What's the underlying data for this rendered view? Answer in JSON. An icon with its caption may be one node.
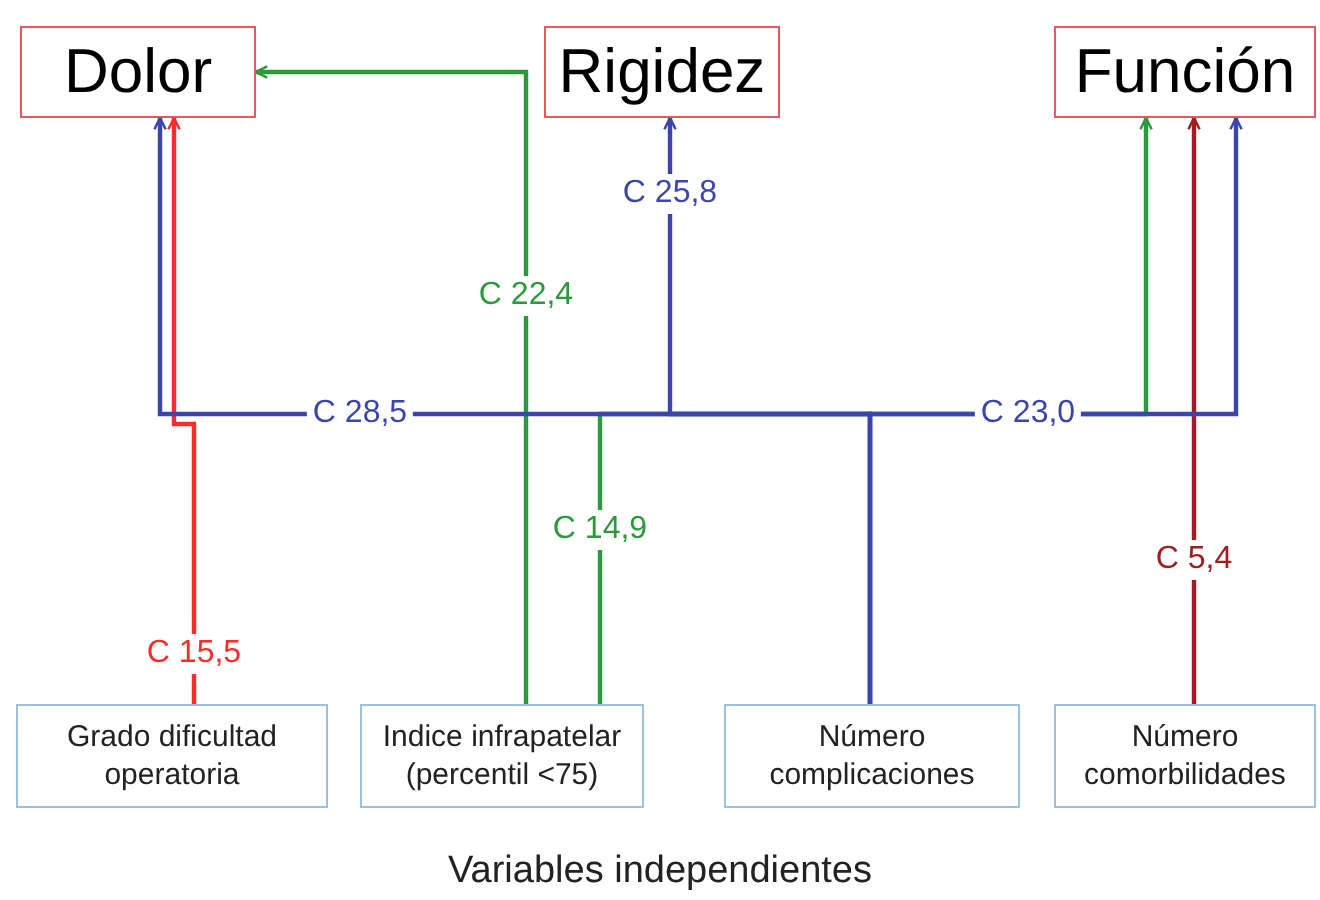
{
  "diagram": {
    "caption": "Variables independientes",
    "nodes": [
      {
        "text": [
          "Dolor"
        ]
      },
      {
        "text": [
          "Rigidez"
        ]
      },
      {
        "text": [
          "Función"
        ]
      },
      {
        "text": [
          "Grado dificultad operatoria"
        ]
      },
      {
        "text": [
          "Indice infrapatelar (percentil <75)"
        ]
      },
      {
        "text": [
          "Número complicaciones"
        ]
      },
      {
        "text": [
          "Número comorbilidades"
        ]
      }
    ],
    "edges": [
      {
        "from": 3,
        "to": 0,
        "arrow": "to",
        "label": "C 15,5",
        "color": "#ff2a2a"
      },
      {
        "from": 4,
        "to": 0,
        "arrow": "to",
        "label": "C 22,4",
        "color": "#2a9a3c"
      },
      {
        "from": 4,
        "to": 2,
        "arrow": "to",
        "label": "C 14,9",
        "color": "#2a9a3c"
      },
      {
        "from": 5,
        "to": 0,
        "arrow": "to",
        "label": "C 28,5"
      },
      {
        "from": 5,
        "to": 1,
        "arrow": "to",
        "label": "C 25,8"
      },
      {
        "from": 5,
        "to": 2,
        "arrow": "to",
        "label": "C 23,0"
      },
      {
        "from": 6,
        "to": 2,
        "arrow": "to",
        "label": "C 5,4",
        "color": "#a01e22"
      }
    ]
  }
}
